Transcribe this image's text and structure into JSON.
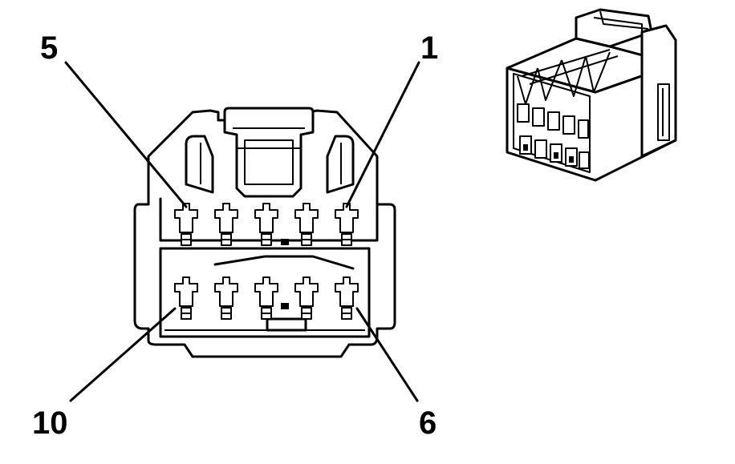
{
  "pin_labels": {
    "top_left": "5",
    "top_right": "1",
    "bottom_left": "10",
    "bottom_right": "6"
  }
}
